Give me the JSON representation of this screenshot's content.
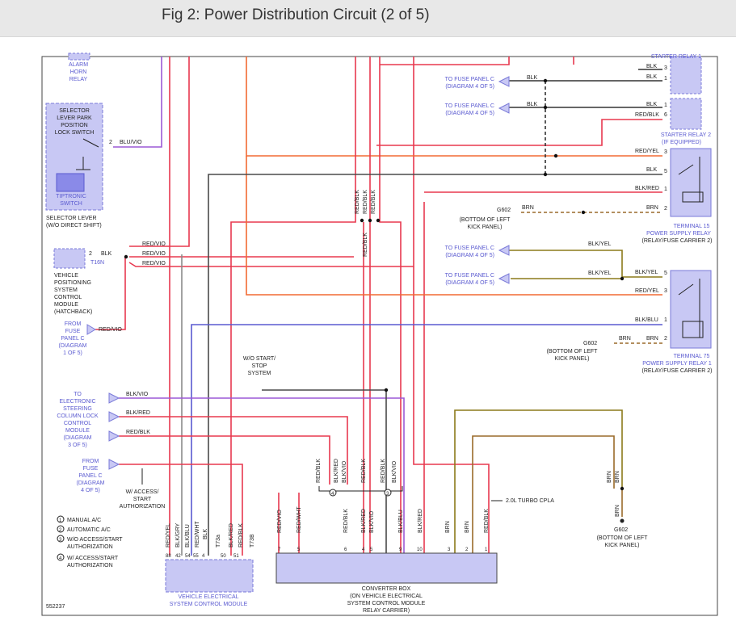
{
  "header": {
    "title": "Fig 2: Power Distribution Circuit (2 of 5)"
  },
  "colors": {
    "wire_red": "#e8384f",
    "wire_orange": "#f26a33",
    "wire_violet": "#9b59d6",
    "wire_gray": "#8a8a8a",
    "wire_dark": "#4a4a4a",
    "wire_olive": "#8c7a1a",
    "wire_brown": "#9a6a2a",
    "component_fill": "#c8c8f4",
    "component_stroke": "#7a7ad8",
    "blue_text": "#5a5ad0"
  },
  "components": {
    "alarm_horn_relay": [
      "ALARM",
      "HORN",
      "RELAY"
    ],
    "selector_switch": [
      "SELECTOR",
      "LEVER PARK",
      "POSITION",
      "LOCK SWITCH"
    ],
    "tiptronic_switch": [
      "TIPTRONIC",
      "SWITCH"
    ],
    "selector_lever": [
      "SELECTOR LEVER",
      "(W/O DIRECT SHIFT)"
    ],
    "vpscm": [
      "VEHICLE",
      "POSITIONING",
      "SYSTEM",
      "CONTROL",
      "MODULE",
      "(HATCHBACK)"
    ],
    "from_fuse_panel_c_1": [
      "FROM",
      "FUSE",
      "PANEL C",
      "(DIAGRAM",
      "1 OF 5)"
    ],
    "to_escl": [
      "TO",
      "ELECTRONIC",
      "STEERING",
      "COLUMN LOCK",
      "CONTROL",
      "MODULE",
      "(DIAGRAM",
      "3 OF 5)"
    ],
    "from_fuse_panel_c_4": [
      "FROM",
      "FUSE",
      "PANEL C",
      "(DIAGRAM",
      "4 OF 5)"
    ],
    "access_note": [
      "W/ ACCESS/",
      "START",
      "AUTHORIZATION"
    ],
    "wo_start_stop": [
      "W/O START/",
      "STOP",
      "SYSTEM"
    ],
    "starter_relay_1": "STARTER RELAY 1",
    "starter_relay_2": [
      "STARTER RELAY 2",
      "(IF EQUIPPED)"
    ],
    "terminal_15": [
      "TERMINAL 15",
      "POWER SUPPLY RELAY",
      "(RELAY/FUSE CARRIER 2)"
    ],
    "terminal_75": [
      "TERMINAL 75",
      "POWER SUPPLY RELAY 1",
      "(RELAY/FUSE CARRIER 2)"
    ],
    "g602_a": [
      "(BOTTOM OF LEFT",
      "KICK PANEL)"
    ],
    "g602_b": [
      "(BOTTOM OF LEFT",
      "KICK PANEL)"
    ],
    "g602_c": [
      "(BOTTOM OF LEFT",
      "KICK PANEL)"
    ],
    "vescm": [
      "VEHICLE ELECTRICAL",
      "SYSTEM CONTROL MODULE"
    ],
    "converter_box": [
      "CONVERTER BOX",
      "(ON VEHICLE ELECTRICAL",
      "SYSTEM CONTROL MODULE",
      "RELAY CARRIER)"
    ],
    "turbo_note": "2.0L TURBO CPLA",
    "fig_number": "552237"
  },
  "fuse_refs": {
    "d": [
      "TO FUSE PANEL C",
      "(DIAGRAM 4 OF 5)"
    ],
    "x": [
      "TO FUSE PANEL C",
      "(DIAGRAM 4 OF 5)"
    ],
    "w": [
      "TO FUSE PANEL C",
      "(DIAGRAM 4 OF 5)"
    ],
    "e": [
      "TO FUSE PANEL C",
      "(DIAGRAM 4 OF 5)"
    ]
  },
  "legend": [
    {
      "num": "1",
      "text": [
        "MANUAL A/C"
      ]
    },
    {
      "num": "2",
      "text": [
        "AUTOMATIC A/C"
      ]
    },
    {
      "num": "3",
      "text": [
        "W/O ACCESS/START",
        "AUTHORIZATION"
      ]
    },
    {
      "num": "4",
      "text": [
        "W/ ACCESS/START",
        "AUTHORIZATION"
      ]
    }
  ]
}
